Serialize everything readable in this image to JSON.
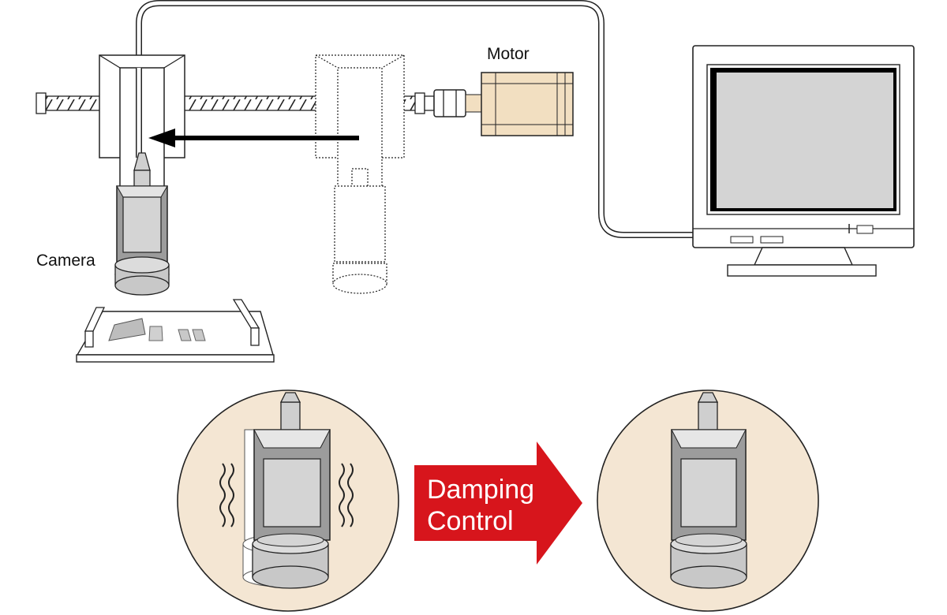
{
  "labels": {
    "motor": "Motor",
    "camera": "Camera",
    "arrow_line1": "Damping",
    "arrow_line2": "Control"
  },
  "colors": {
    "arrow_red": "#d7151c",
    "motor_body": "#f2dfc1",
    "detail_bg": "#f4e6d3",
    "screen_gray": "#d4d4d4",
    "camera_gray": "#cfcfcf"
  },
  "icons": {
    "vibration": "wavy-lines-icon",
    "motion_direction": "arrow-left-icon"
  }
}
